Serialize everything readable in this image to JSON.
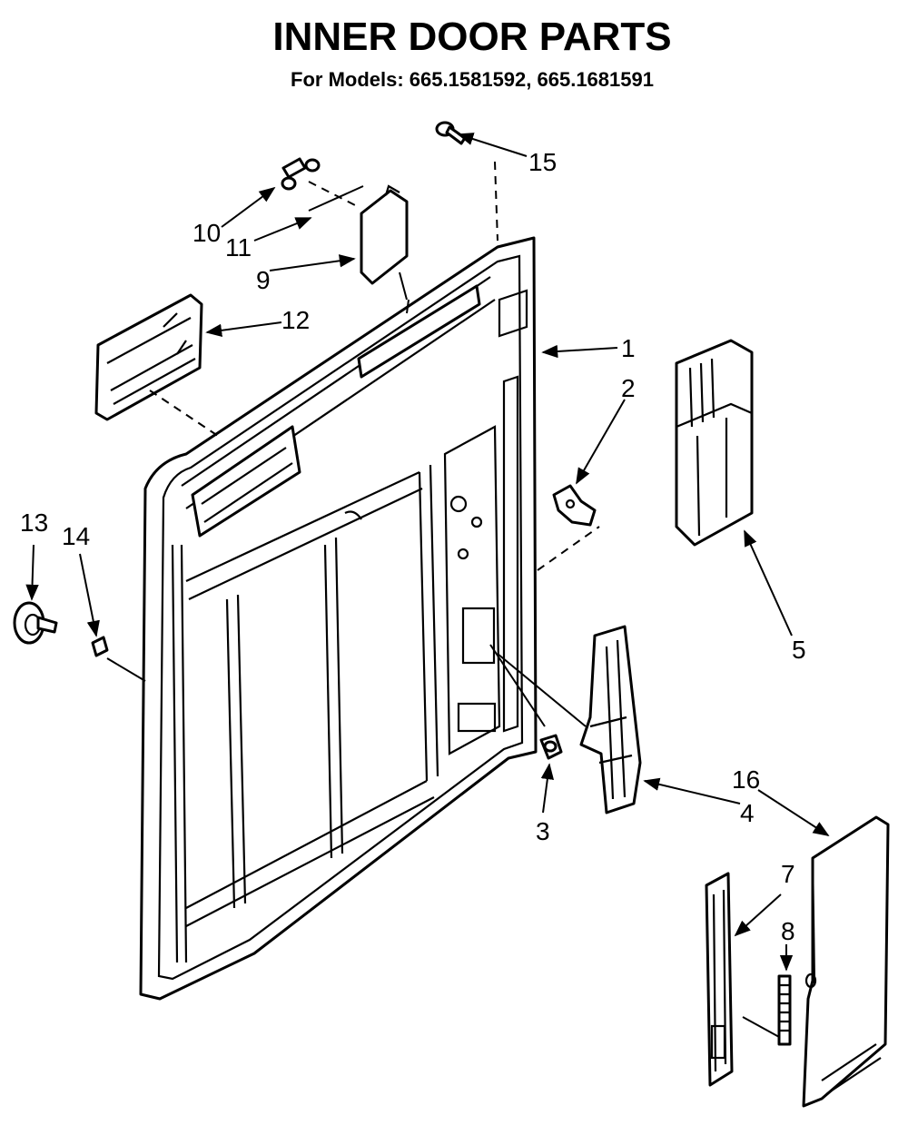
{
  "title": "INNER DOOR PARTS",
  "subtitle": "For Models: 665.1581592, 665.1681591",
  "callouts": {
    "c1": "1",
    "c2": "2",
    "c3": "3",
    "c4": "4",
    "c5": "5",
    "c7": "7",
    "c8": "8",
    "c9": "9",
    "c10": "10",
    "c11": "11",
    "c12": "12",
    "c13": "13",
    "c14": "14",
    "c15": "15",
    "c16": "16"
  }
}
